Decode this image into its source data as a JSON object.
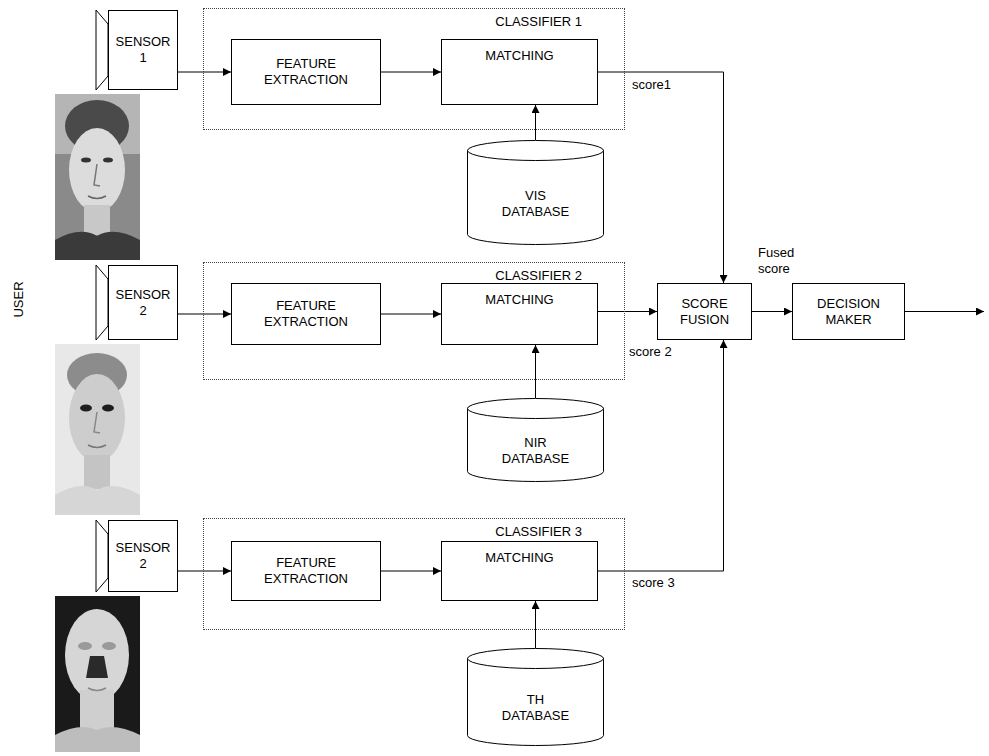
{
  "diagram": {
    "nodes": [
      {
        "text": [
          "SENSOR 1"
        ]
      },
      {
        "text": [
          "CLASSIFIER 1"
        ]
      },
      {
        "text": [
          "FEATURE EXTRACTION"
        ],
        "in": 1
      },
      {
        "text": [
          "MATCHING"
        ],
        "in": 1
      },
      {
        "text": [
          "VIS DATABASE"
        ]
      },
      {
        "text": [
          "SENSOR 2"
        ]
      },
      {
        "text": [
          "CLASSIFIER 2"
        ]
      },
      {
        "text": [
          "FEATURE EXTRACTION"
        ],
        "in": 6
      },
      {
        "text": [
          "MATCHING"
        ],
        "in": 6
      },
      {
        "text": [
          "NIR DATABASE"
        ]
      },
      {
        "text": [
          "SCORE FUSION"
        ]
      },
      {
        "text": [
          "DECISION MAKER"
        ]
      },
      {
        "text": [
          "SENSOR 2"
        ]
      },
      {
        "text": [
          "CLASSIFIER 3"
        ]
      },
      {
        "text": [
          "FEATURE EXTRACTION"
        ],
        "in": 13
      },
      {
        "text": [
          "MATCHING"
        ],
        "in": 13
      },
      {
        "text": [
          "TH DATABASE"
        ]
      }
    ],
    "edges": [
      {
        "from": 0,
        "to": 2,
        "arrow": "to"
      },
      {
        "from": 2,
        "to": 3,
        "arrow": "to"
      },
      {
        "from": 4,
        "to": 3,
        "arrow": "to"
      },
      {
        "from": 3,
        "to": 10,
        "label": "score1",
        "arrow": "to"
      },
      {
        "from": 5,
        "to": 7,
        "arrow": "to"
      },
      {
        "from": 7,
        "to": 8,
        "arrow": "to"
      },
      {
        "from": 9,
        "to": 8,
        "arrow": "to"
      },
      {
        "from": 8,
        "to": 10,
        "label": "score 2",
        "arrow": "to"
      },
      {
        "from": 12,
        "to": 14,
        "arrow": "to"
      },
      {
        "from": 14,
        "to": 15,
        "arrow": "to"
      },
      {
        "from": 16,
        "to": 15,
        "arrow": "to"
      },
      {
        "from": 15,
        "to": 10,
        "label": "score 3",
        "arrow": "to"
      },
      {
        "from": 10,
        "to": 11,
        "label": "Fused score",
        "arrow": "to"
      }
    ],
    "labels": [
      "USER"
    ]
  }
}
